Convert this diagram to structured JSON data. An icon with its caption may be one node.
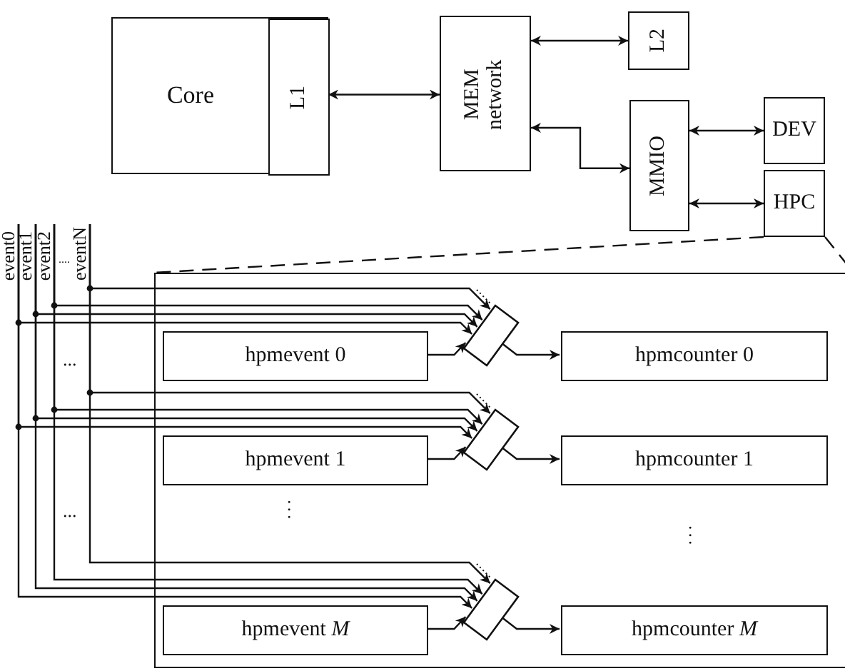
{
  "diagram": {
    "nodes": [
      {
        "text": [
          "Core"
        ]
      },
      {
        "text": [
          "L1"
        ],
        "in": 0
      },
      {
        "text": [
          "MEM network"
        ]
      },
      {
        "text": [
          "L2"
        ]
      },
      {
        "text": [
          "MMIO"
        ]
      },
      {
        "text": [
          "DEV"
        ]
      },
      {
        "text": [
          "HPC"
        ]
      },
      {
        "text": [],
        "shape": "box"
      },
      {
        "text": [
          "event0"
        ]
      },
      {
        "text": [
          "event1"
        ]
      },
      {
        "text": [
          "event2"
        ]
      },
      {
        "text": [
          "eventN"
        ]
      },
      {
        "text": [
          "hpmevent 0"
        ],
        "in": 7
      },
      {
        "text": [
          "hpmevent 1"
        ],
        "in": 7
      },
      {
        "text": [
          "hpmevent *M*"
        ],
        "in": 7
      },
      {
        "text": [
          "hpmcounter 0"
        ],
        "in": 7
      },
      {
        "text": [
          "hpmcounter 1"
        ],
        "in": 7
      },
      {
        "text": [
          "hpmcounter *M*"
        ],
        "in": 7
      },
      {
        "text": [],
        "shape": "trapezoid",
        "in": 7
      },
      {
        "text": [],
        "shape": "trapezoid",
        "in": 7
      },
      {
        "text": [],
        "shape": "trapezoid",
        "in": 7
      }
    ],
    "edges": [
      {
        "from": 1,
        "to": 2,
        "arrow": "both"
      },
      {
        "from": 2,
        "to": 3,
        "arrow": "both"
      },
      {
        "from": 2,
        "to": 4,
        "arrow": "both"
      },
      {
        "from": 4,
        "to": 5,
        "arrow": "both"
      },
      {
        "from": 4,
        "to": 6,
        "arrow": "both"
      },
      {
        "from": 6,
        "to": 7,
        "arrow": "none",
        "style": "dashed"
      },
      {
        "from": 6,
        "to": 7,
        "arrow": "none",
        "style": "dashed"
      },
      {
        "from": 8,
        "to": 18,
        "arrow": "to"
      },
      {
        "from": 9,
        "to": 18,
        "arrow": "to"
      },
      {
        "from": 10,
        "to": 18,
        "arrow": "to"
      },
      {
        "from": 11,
        "to": 18,
        "arrow": "to"
      },
      {
        "from": 8,
        "to": 19,
        "arrow": "to"
      },
      {
        "from": 9,
        "to": 19,
        "arrow": "to"
      },
      {
        "from": 10,
        "to": 19,
        "arrow": "to"
      },
      {
        "from": 11,
        "to": 19,
        "arrow": "to"
      },
      {
        "from": 8,
        "to": 20,
        "arrow": "to"
      },
      {
        "from": 9,
        "to": 20,
        "arrow": "to"
      },
      {
        "from": 10,
        "to": 20,
        "arrow": "to"
      },
      {
        "from": 11,
        "to": 20,
        "arrow": "to"
      },
      {
        "from": 12,
        "to": 18,
        "arrow": "to"
      },
      {
        "from": 18,
        "to": 15,
        "arrow": "to"
      },
      {
        "from": 13,
        "to": 19,
        "arrow": "to"
      },
      {
        "from": 19,
        "to": 16,
        "arrow": "to"
      },
      {
        "from": 14,
        "to": 20,
        "arrow": "to"
      },
      {
        "from": 20,
        "to": 17,
        "arrow": "to"
      }
    ],
    "labels": [
      "....",
      "...",
      "...",
      "...",
      "..."
    ]
  }
}
